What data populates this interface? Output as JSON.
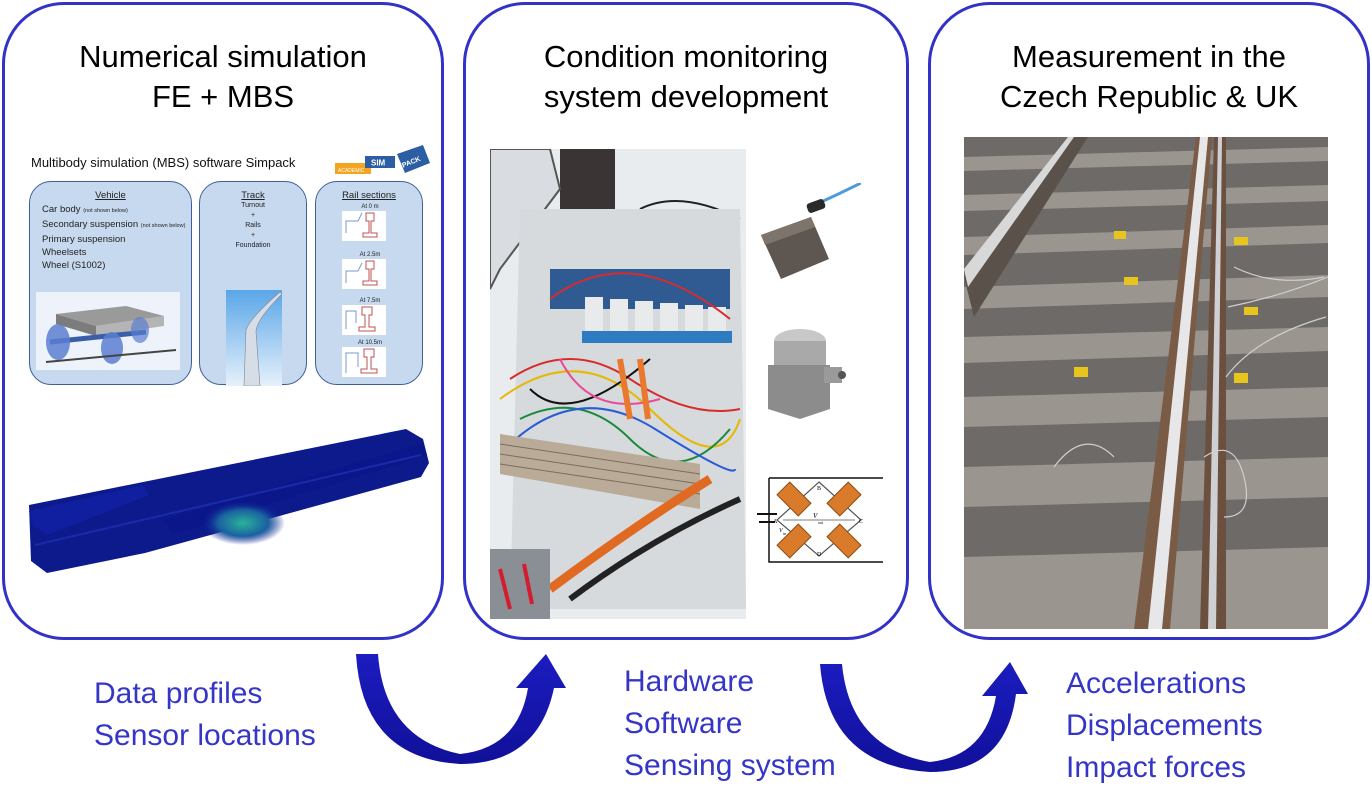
{
  "panels": [
    {
      "title_lines": [
        "Numerical simulation",
        "FE + MBS"
      ],
      "mbs_slide": {
        "heading": "Multibody simulation (MBS) software Simpack",
        "logo": {
          "top": "SIM",
          "side": "PACK",
          "bottom": "ACADEMIC"
        },
        "vehicle": {
          "title": "Vehicle",
          "items": [
            {
              "label": "Car body",
              "note": "(not shown below)"
            },
            {
              "label": "Secondary suspension",
              "note": "(not shown below)"
            },
            {
              "label": "Primary suspension",
              "note": ""
            },
            {
              "label": "Wheelsets",
              "note": ""
            },
            {
              "label": "Wheel (S1002)",
              "note": ""
            }
          ]
        },
        "track": {
          "title": "Track",
          "items": [
            "Turnout",
            "+",
            "Rails",
            "+",
            "Foundation"
          ]
        },
        "rail_sections": {
          "title": "Rail sections",
          "items": [
            "At 0 m",
            "At 2.5m",
            "At 7.5m",
            "At 10.5m"
          ]
        }
      },
      "image_fe_model": "fe-rail-model"
    },
    {
      "title_lines": [
        "Condition monitoring",
        "system development"
      ],
      "images": [
        "monitoring-cabinet-photo",
        "pcb-accelerometer",
        "dytran-accelerometer",
        "strain-gauge-bridge"
      ],
      "bridge_labels": {
        "a": "A",
        "b": "B",
        "c": "C",
        "d": "D",
        "vin": "V",
        "vin_sub": "in",
        "vout": "V",
        "vout_sub": "out"
      }
    },
    {
      "title_lines": [
        "Measurement in the",
        "Czech Republic & UK"
      ],
      "images": [
        "turnout-track-photo"
      ]
    }
  ],
  "captions": [
    {
      "lines": [
        "Data profiles",
        "Sensor locations"
      ]
    },
    {
      "lines": [
        "Hardware",
        "Software",
        "Sensing system"
      ]
    },
    {
      "lines": [
        "Accelerations",
        "Displacements",
        "Impact forces"
      ]
    }
  ],
  "colors": {
    "accent": "#3232c8",
    "caption": "#3535c8",
    "arrow": "#1a1ab8"
  }
}
